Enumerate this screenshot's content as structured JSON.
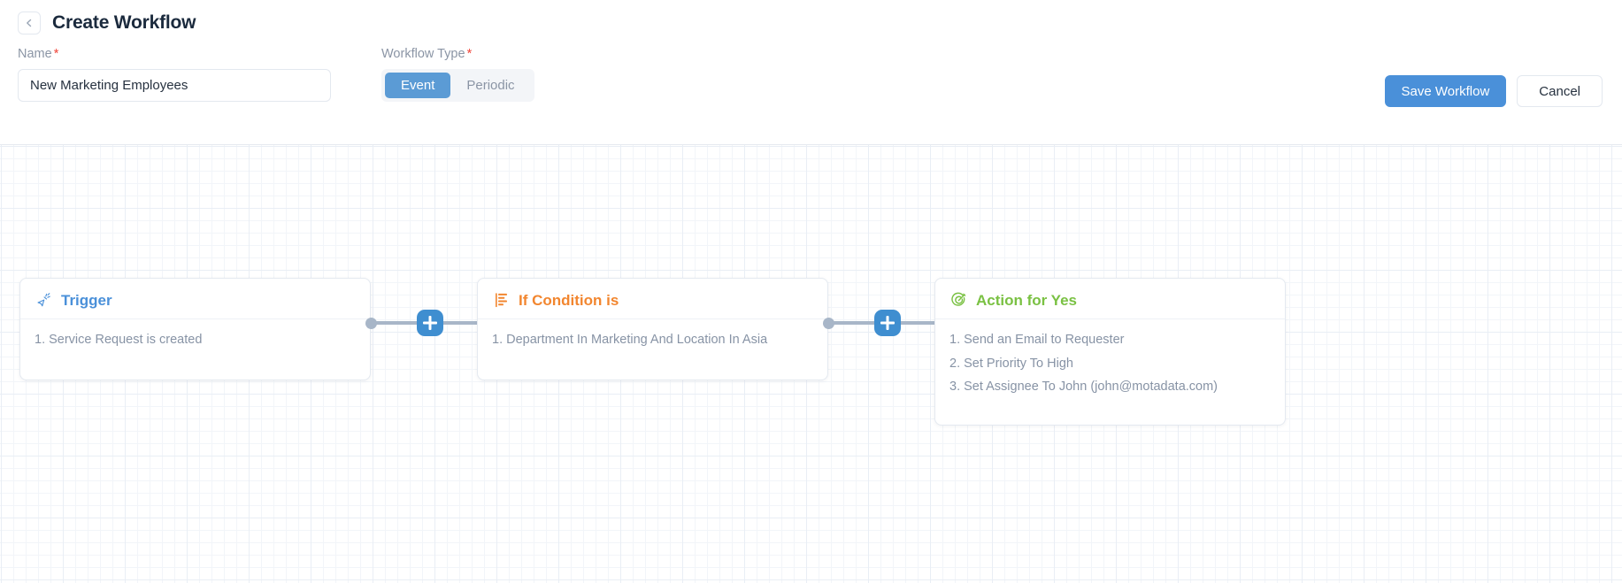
{
  "header": {
    "back_icon": "chevron-left-icon",
    "title": "Create Workflow"
  },
  "form": {
    "name": {
      "label": "Name",
      "required_mark": "*",
      "value": "New Marketing Employees",
      "placeholder": "Name"
    },
    "workflow_type": {
      "label": "Workflow Type",
      "required_mark": "*",
      "options": [
        "Event",
        "Periodic"
      ],
      "selected": "Event",
      "event_label": "Event",
      "periodic_label": "Periodic"
    }
  },
  "toolbar": {
    "save_label": "Save Workflow",
    "cancel_label": "Cancel",
    "primary_color": "#4a90d9"
  },
  "canvas": {
    "connectors": [
      {
        "add_icon": "plus-icon",
        "add_label": "+"
      },
      {
        "add_icon": "plus-icon",
        "add_label": "+"
      }
    ],
    "nodes": [
      {
        "id": "trigger",
        "icon": "cursor-click-sparkle-icon",
        "title": "Trigger",
        "color": "#4a90d9",
        "items": [
          "1. Service Request is created"
        ]
      },
      {
        "id": "condition",
        "icon": "condition-rules-icon",
        "title": "If Condition is",
        "color": "#f2862f",
        "items": [
          "1. Department In Marketing And Location In Asia"
        ]
      },
      {
        "id": "action",
        "icon": "target-pencil-icon",
        "title": "Action for Yes",
        "color": "#7ac143",
        "items": [
          "1. Send an Email to Requester",
          "2. Set Priority To High",
          "3. Set Assignee To John (john@motadata.com)"
        ]
      }
    ]
  }
}
